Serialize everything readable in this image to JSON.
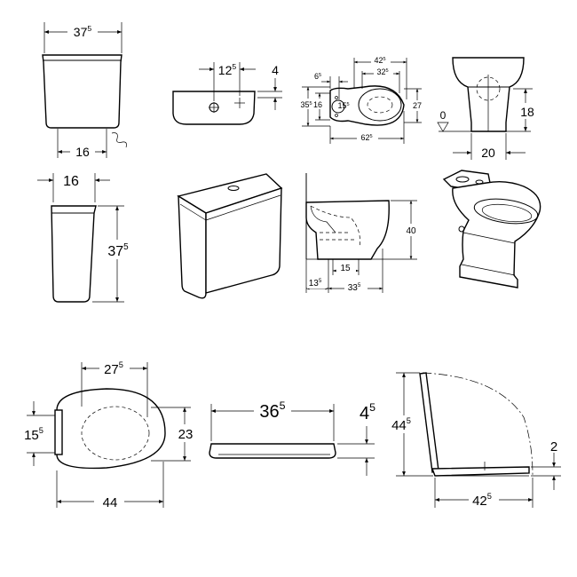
{
  "labels": {
    "cistern_width": "37",
    "cistern_width_sup": "5",
    "cistern_bottom": "16",
    "basin_offset": "12",
    "basin_offset_sup": "5",
    "basin_height": "4",
    "plan_width1": "42",
    "plan_width1_sup": "5",
    "plan_width2": "32",
    "plan_width2_sup": "5",
    "plan_left": "6",
    "plan_left_sup": "5",
    "plan_height_a": "35",
    "plan_height_a_sup": "5",
    "plan_height_b": "16",
    "plan_inner": "15",
    "plan_inner_sup": "5",
    "plan_right": "27",
    "plan_length": "62",
    "plan_length_sup": "5",
    "floor_zero": "0",
    "outlet_height": "18",
    "outlet_width": "20",
    "side_depth": "16",
    "side_height": "37",
    "side_height_sup": "5",
    "section_height": "40",
    "section_outlet": "15",
    "section_left": "13",
    "section_left_sup": "5",
    "section_right": "33",
    "section_right_sup": "5",
    "seat_inner": "27",
    "seat_inner_sup": "5",
    "seat_hinge": "15",
    "seat_hinge_sup": "5",
    "seat_depth": "23",
    "seat_length": "44",
    "lid_length": "36",
    "lid_length_sup": "5",
    "lid_thickness": "4",
    "lid_thickness_sup": "5",
    "open_height": "44",
    "open_height_sup": "5",
    "open_gap": "2",
    "open_length": "42",
    "open_length_sup": "5"
  }
}
